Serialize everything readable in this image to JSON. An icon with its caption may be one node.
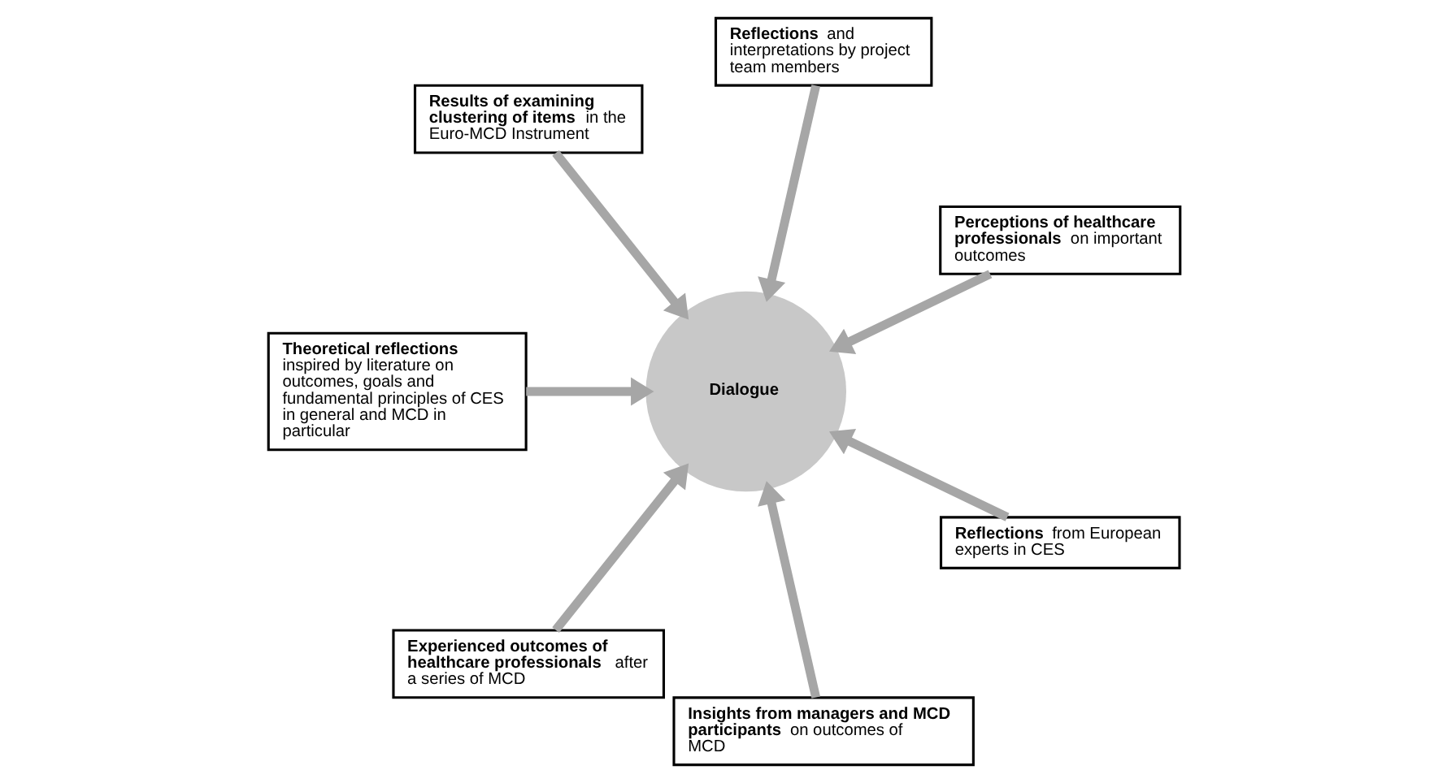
{
  "diagram": {
    "nodes": [
      {
        "text": [
          "**Perceptions of healthcare professionals** on important outcomes"
        ]
      },
      {
        "text": [
          "**Reflections** and interpretations by project team members"
        ]
      },
      {
        "text": [
          "**Results of examining clustering of items** in the Euro-MCD Instrument"
        ]
      },
      {
        "text": [
          "**Theoretical reflections** inspired by literature on outcomes, goals and fundamental principles of CES in general and MCD in particular"
        ]
      },
      {
        "text": [
          "Dialogue"
        ]
      },
      {
        "text": [
          "**Experienced outcomes of healthcare professionals** after a series of MCD"
        ]
      },
      {
        "text": [
          "**Insights from managers and MCD participants** on outcomes of MCD"
        ]
      },
      {
        "text": [
          "**Reflections** from European experts in CES"
        ]
      }
    ],
    "edges": [
      {
        "from": 0,
        "to": 4,
        "arrow": "to"
      },
      {
        "from": 1,
        "to": 4,
        "arrow": "to"
      },
      {
        "from": 2,
        "to": 4,
        "arrow": "to"
      },
      {
        "from": 3,
        "to": 4,
        "arrow": "to"
      },
      {
        "from": 5,
        "to": 4,
        "arrow": "to"
      },
      {
        "from": 6,
        "to": 4,
        "arrow": "to"
      },
      {
        "from": 7,
        "to": 4,
        "arrow": "to"
      }
    ]
  }
}
